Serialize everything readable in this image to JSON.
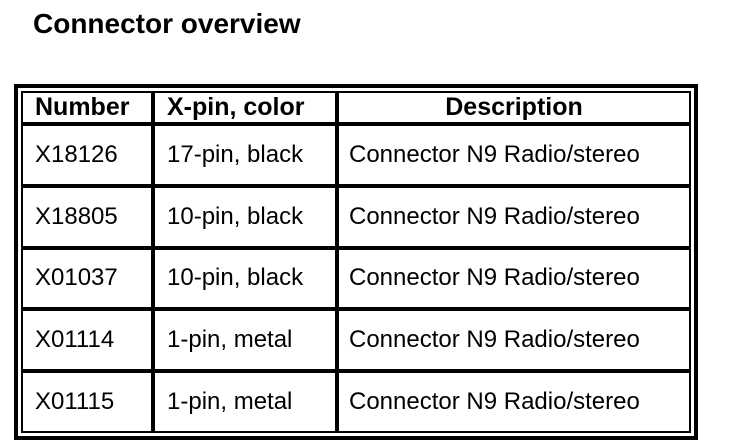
{
  "title": "Connector overview",
  "table": {
    "columns": {
      "number": "Number",
      "pin_color": "X-pin, color",
      "description": "Description"
    },
    "rows": [
      {
        "number": "X18126",
        "pin_color": "17-pin, black",
        "description": "Connector N9 Radio/stereo"
      },
      {
        "number": "X18805",
        "pin_color": "10-pin, black",
        "description": "Connector N9 Radio/stereo"
      },
      {
        "number": "X01037",
        "pin_color": "10-pin, black",
        "description": "Connector N9 Radio/stereo"
      },
      {
        "number": "X01114",
        "pin_color": "1-pin, metal",
        "description": "Connector N9 Radio/stereo"
      },
      {
        "number": "X01115",
        "pin_color": "1-pin, metal",
        "description": "Connector N9 Radio/stereo"
      }
    ]
  },
  "colors": {
    "text": "#000000",
    "background": "#ffffff",
    "border": "#000000"
  }
}
